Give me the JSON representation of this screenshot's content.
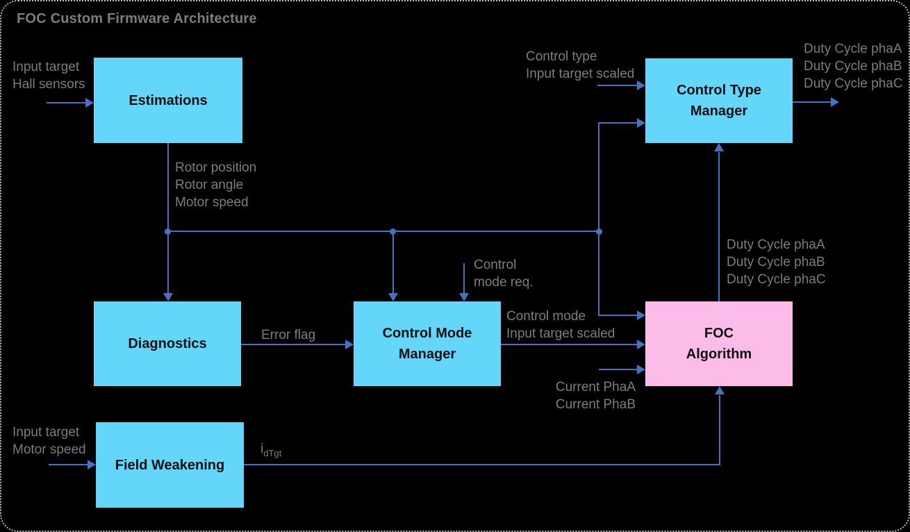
{
  "title": "FOC Custom Firmware Architecture",
  "nodes": {
    "estimations": {
      "label": "Estimations"
    },
    "control_type_manager": {
      "line1": "Control Type",
      "line2": "Manager"
    },
    "diagnostics": {
      "label": "Diagnostics"
    },
    "control_mode_manager": {
      "line1": "Control Mode",
      "line2": "Manager"
    },
    "foc_algorithm": {
      "line1": "FOC",
      "line2": "Algorithm"
    },
    "field_weakening": {
      "label": "Field Weakening"
    }
  },
  "labels": {
    "estimations_inputs": {
      "line1": "Input target",
      "line2": "Hall sensors"
    },
    "estimations_outputs": {
      "line1": "Rotor position",
      "line2": "Rotor angle",
      "line3": "Motor speed"
    },
    "control_type_inputs": {
      "line1": "Control type",
      "line2": "Input target scaled"
    },
    "duty_cycle_outputs": {
      "line1": "Duty Cycle phaA",
      "line2": "Duty Cycle phaB",
      "line3": "Duty Cycle phaC"
    },
    "duty_cycle_internal": {
      "line1": "Duty Cycle phaA",
      "line2": "Duty Cycle phaB",
      "line3": "Duty Cycle phaC"
    },
    "control_mode_request": {
      "line1": "Control",
      "line2": "mode req."
    },
    "error_flag": "Error flag",
    "control_mode_outputs": {
      "line1": "Control mode",
      "line2": "Input target scaled"
    },
    "current_inputs": {
      "line1": "Current PhaA",
      "line2": "Current PhaB"
    },
    "field_weakening_inputs": {
      "line1": "Input target",
      "line2": "Motor speed"
    },
    "id_target": {
      "base": "i",
      "sub": "dTgt"
    }
  },
  "colors": {
    "node_fill": "#63D6FA",
    "foc_fill": "#FBBCE9",
    "connector": "#4472C4",
    "label_text": "#7D7D7D",
    "node_text": "#101010",
    "background": "#000000",
    "border_dots": "#BDBDBD"
  }
}
